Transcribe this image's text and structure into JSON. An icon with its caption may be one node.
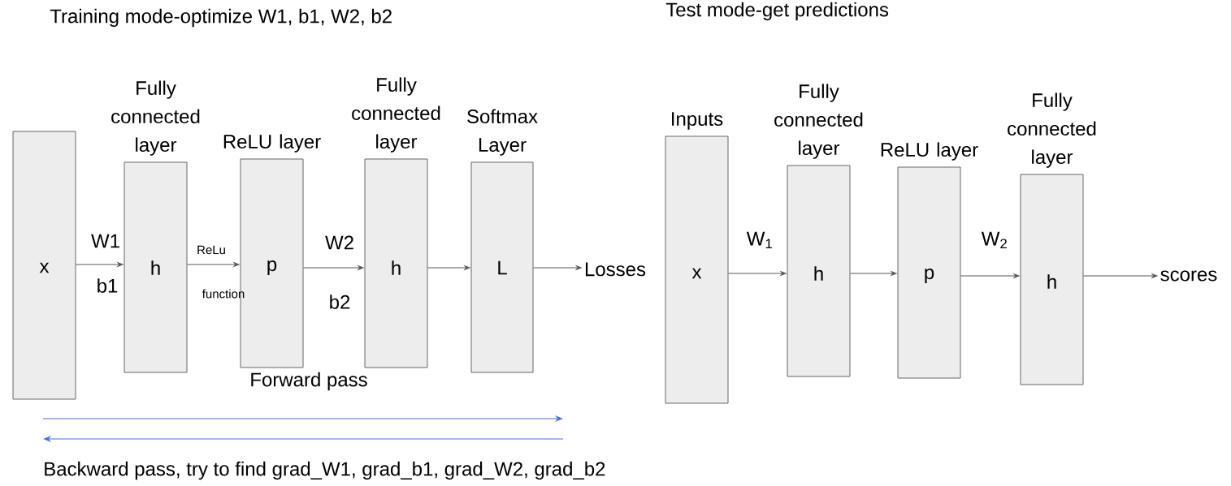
{
  "diagram": {
    "nodes": [
      {
        "text": [
          "x"
        ]
      },
      {
        "text": [
          "Fully connected layer",
          "h"
        ]
      },
      {
        "text": [
          "ReLU layer",
          "p"
        ]
      },
      {
        "text": [
          "Fully connected layer",
          "h"
        ]
      },
      {
        "text": [
          "Softmax Layer",
          "L"
        ]
      },
      {
        "text": [
          "Losses"
        ]
      },
      {
        "text": [
          "Inputs",
          "x"
        ]
      },
      {
        "text": [
          "Fully connected layer",
          "h"
        ]
      },
      {
        "text": [
          "ReLU layer",
          "p"
        ]
      },
      {
        "text": [
          "Fully connected layer",
          "h"
        ]
      },
      {
        "text": [
          "scores"
        ]
      }
    ],
    "edges": [
      {
        "from": 0,
        "to": 1,
        "arrow": "to",
        "label": "W1"
      },
      {
        "from": 1,
        "to": 2,
        "arrow": "to",
        "label": "ReLu"
      },
      {
        "from": 2,
        "to": 3,
        "arrow": "to",
        "label": "W2"
      },
      {
        "from": 3,
        "to": 4,
        "arrow": "to"
      },
      {
        "from": 4,
        "to": 5,
        "arrow": "to"
      },
      {
        "from": 6,
        "to": 7,
        "arrow": "to",
        "label": "W$_{1}$"
      },
      {
        "from": 7,
        "to": 8,
        "arrow": "to"
      },
      {
        "from": 8,
        "to": 9,
        "arrow": "to",
        "label": "W$_{2}$"
      },
      {
        "from": 9,
        "to": 10,
        "arrow": "to"
      }
    ],
    "labels": [
      "Training mode-optimize W1, b1, W2, b2",
      "Test mode-get predictions",
      "b1",
      "function",
      "b2",
      "Forward pass",
      "Backward pass, try to find grad_W1, grad_b1, grad_W2, grad_b2"
    ]
  }
}
